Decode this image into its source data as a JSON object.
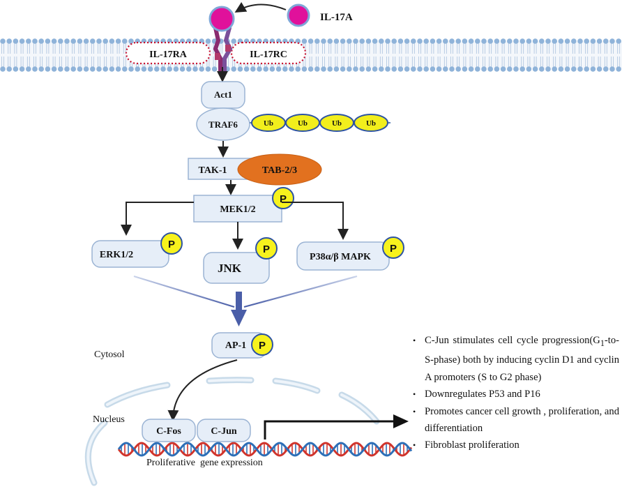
{
  "ligand": {
    "label": "IL-17A"
  },
  "receptors": {
    "left": "IL-17RA",
    "right": "IL-17RC"
  },
  "adaptors": {
    "act1": "Act1",
    "traf6": "TRAF6",
    "ub": [
      "Ub",
      "Ub",
      "Ub",
      "Ub"
    ]
  },
  "kinases": {
    "tak1": "TAK-1",
    "tab23": "TAB-2/3",
    "mek": "MEK1/2",
    "erk": "ERK1/2",
    "jnk": "JNK",
    "p38": "P38α/β MAPK",
    "ap1": "AP-1",
    "phospho": "P"
  },
  "compartments": {
    "cytosol": "Cytosol",
    "nucleus": "Nucleus"
  },
  "nuclear": {
    "cfos": "C-Fos",
    "cjun": "C-Jun",
    "gene_expression": "Proliferative  gene expression"
  },
  "notes": [
    {
      "main": "C-Jun  stimulates  cell  cycle progression(G",
      "sub": "1",
      "rest": "-to-S-phase)  both  by inducing  cyclin  D1  and  cyclin  A promoters  (S to G2 phase)"
    },
    {
      "main": "Downregulates  P53 and P16",
      "sub": "",
      "rest": ""
    },
    {
      "main": "Promotes  cancer  cell  growth  , proliferation,  and  differentiation",
      "sub": "",
      "rest": ""
    },
    {
      "main": "Fibroblast  proliferation",
      "sub": "",
      "rest": ""
    }
  ],
  "colors": {
    "membrane_head": "#8fb3d9",
    "node_fill": "#e6eef8",
    "node_stroke": "#9bb4d4",
    "ligand": "#e0119b",
    "ub_fill": "#f2ee1c",
    "phospho_fill": "#f7f21d",
    "tab_fill": "#e2711f",
    "receptor_dash": "#c8102e",
    "dna_red": "#d0342c",
    "dna_blue": "#2d6fb7",
    "converge_arrow": "#4a5ea8"
  }
}
